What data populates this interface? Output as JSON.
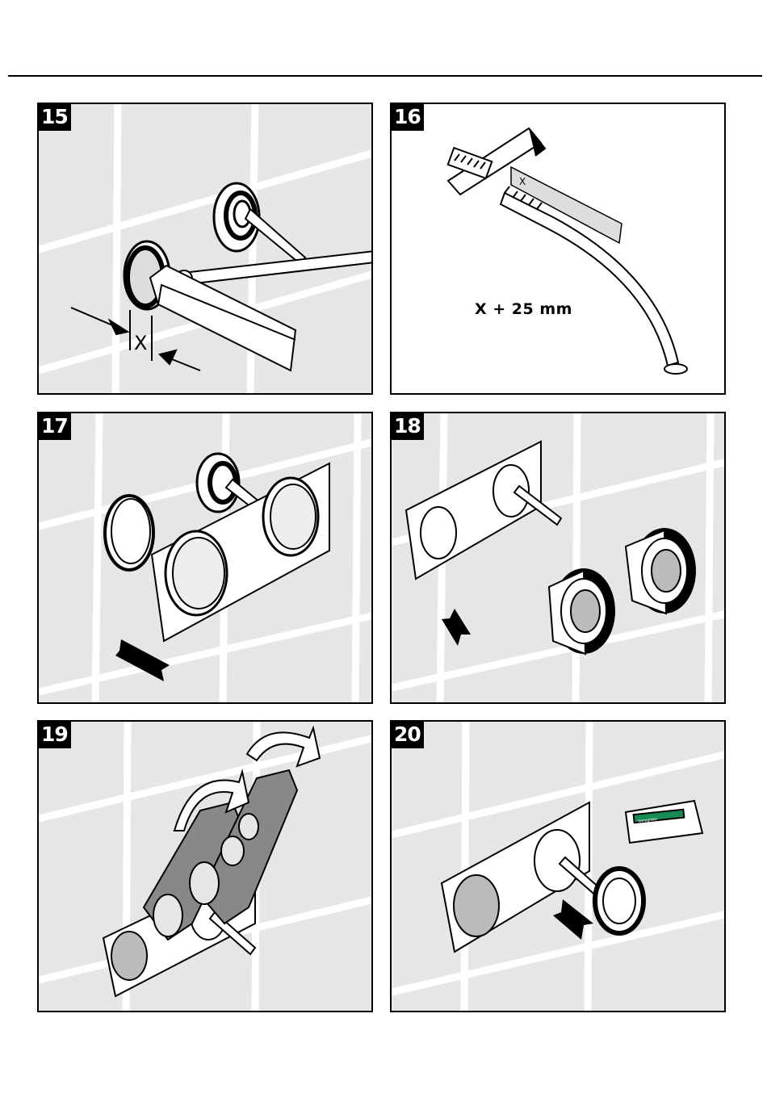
{
  "steps": [
    {
      "number": "15"
    },
    {
      "number": "16",
      "caption": "X + 25 mm",
      "marker": "X"
    },
    {
      "number": "17"
    },
    {
      "number": "18"
    },
    {
      "number": "19"
    },
    {
      "number": "20",
      "tube_label": "hansgrohe"
    }
  ],
  "measure_label": "X",
  "colors": {
    "panel_bg": "#e6e6e6",
    "tile_grout": "#ffffff",
    "line": "#000000",
    "tube_green": "#1a8a55"
  }
}
